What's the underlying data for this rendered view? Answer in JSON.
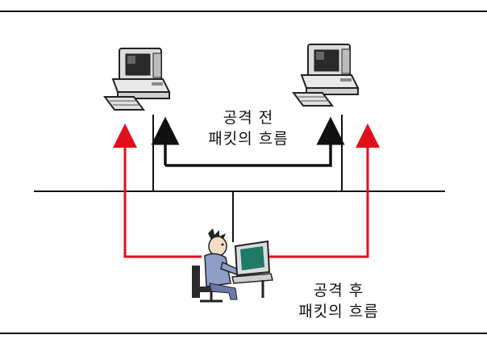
{
  "labels": {
    "before_line1": "공격 전",
    "before_line2": "패킷의 흐름",
    "after_line1": "공격 후",
    "after_line2": "패킷의 흐름"
  },
  "colors": {
    "line": "#111111",
    "attack_flow": "#e0101a",
    "screen": "#1f7a66",
    "shirt": "#8e9ec8",
    "monitor_body": "#dcdcdc"
  },
  "icons": [
    "desktop-computer-icon",
    "hacker-at-computer-icon"
  ]
}
